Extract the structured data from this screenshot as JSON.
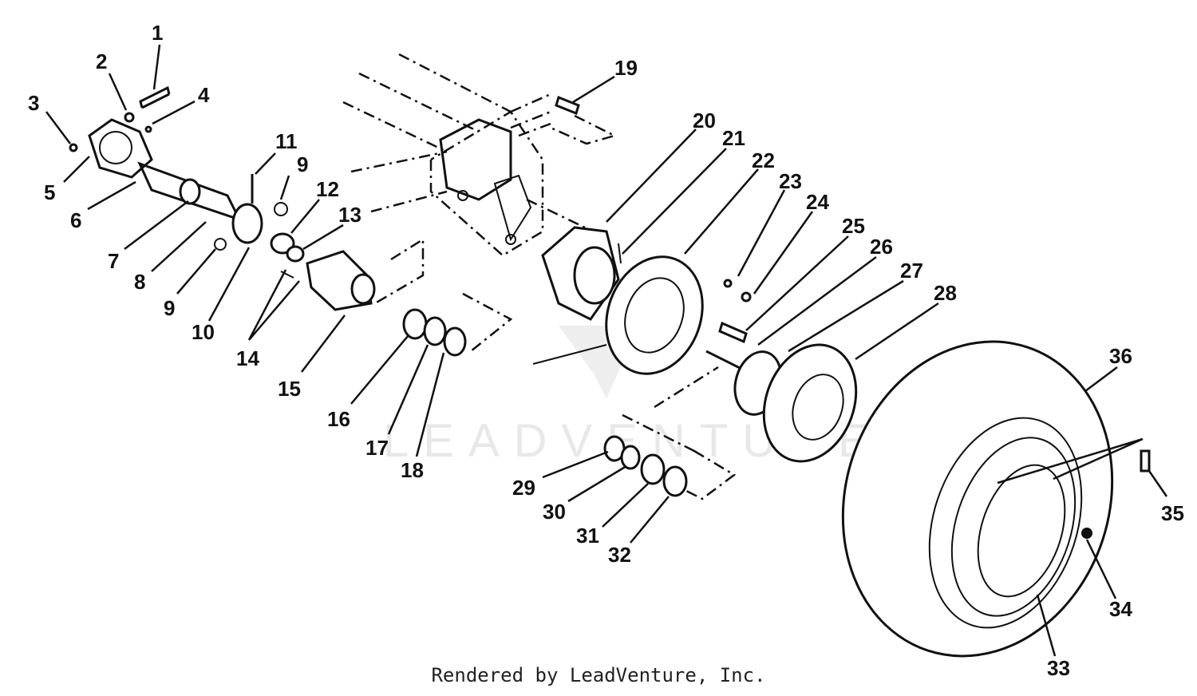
{
  "watermark": "LEADVENTURE",
  "credit": "Rendered by LeadVenture, Inc.",
  "callouts": [
    "1",
    "2",
    "3",
    "4",
    "5",
    "6",
    "7",
    "8",
    "9",
    "9",
    "10",
    "11",
    "12",
    "13",
    "14",
    "15",
    "16",
    "17",
    "18",
    "19",
    "20",
    "21",
    "22",
    "23",
    "24",
    "25",
    "26",
    "27",
    "28",
    "29",
    "30",
    "31",
    "32",
    "33",
    "34",
    "35",
    "36"
  ]
}
